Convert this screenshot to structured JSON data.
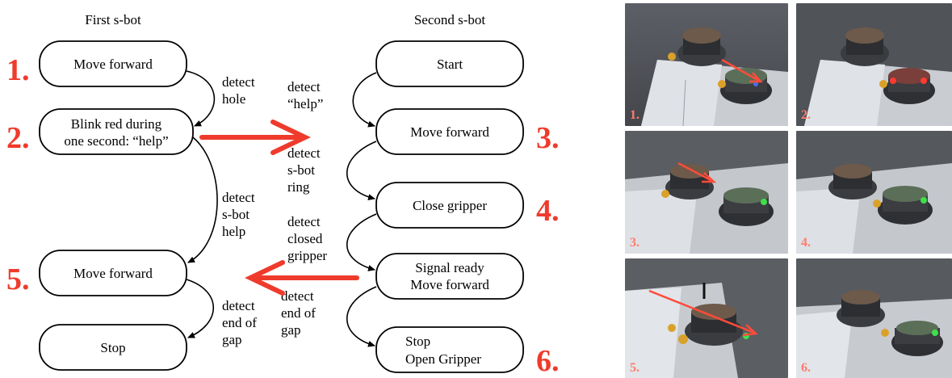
{
  "titles": {
    "first": "First s-bot",
    "second": "Second s-bot"
  },
  "states_first": [
    {
      "id": "f1",
      "lines": [
        "Move forward"
      ]
    },
    {
      "id": "f2",
      "lines": [
        "Blink red during",
        "one second: “help”"
      ]
    },
    {
      "id": "f3",
      "lines": [
        "Move forward"
      ]
    },
    {
      "id": "f4",
      "lines": [
        "Stop"
      ]
    }
  ],
  "states_second": [
    {
      "id": "s1",
      "lines": [
        "Start"
      ]
    },
    {
      "id": "s2",
      "lines": [
        "Move forward"
      ]
    },
    {
      "id": "s3",
      "lines": [
        "Close gripper"
      ]
    },
    {
      "id": "s4",
      "lines": [
        "Signal ready",
        "Move forward"
      ]
    },
    {
      "id": "s5",
      "lines": [
        "Stop",
        "Open Gripper"
      ]
    }
  ],
  "transitions_first": [
    {
      "lines": [
        "detect",
        "hole"
      ]
    },
    {
      "lines": [
        "detect",
        "s-bot",
        "help"
      ]
    },
    {
      "lines": [
        "detect",
        "end of",
        "gap"
      ]
    }
  ],
  "transitions_second": [
    {
      "lines": [
        "detect",
        "“help”"
      ]
    },
    {
      "lines": [
        "detect",
        "s-bot",
        "ring"
      ]
    },
    {
      "lines": [
        "detect",
        "closed",
        "gripper"
      ]
    },
    {
      "lines": [
        "detect",
        "end of",
        "gap"
      ]
    }
  ],
  "step_numbers": [
    "1.",
    "2.",
    "3.",
    "4.",
    "5.",
    "6."
  ],
  "photo_labels": [
    "1.",
    "2.",
    "3.",
    "4.",
    "5.",
    "6."
  ],
  "colors": {
    "accent": "#ef3b2c",
    "photo_label": "#ff7b6b",
    "ink": "#000000"
  }
}
